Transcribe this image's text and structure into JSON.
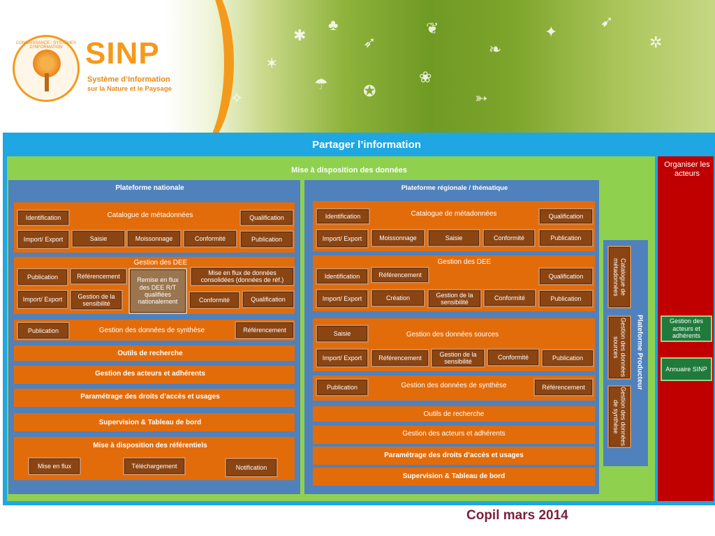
{
  "banner": {
    "logo_text": "SINP",
    "logo_sub1": "Système d’Information",
    "logo_sub2": "sur la Nature et le Paysage",
    "seal_text": "CONNAISSANCE · SYSTÈMES D’INFORMATION"
  },
  "main_title": "Partager l’information",
  "mise_title": "Mise à disposition des données",
  "organiser": "Organiser les acteurs",
  "nationale": {
    "title": "Plateforme nationale",
    "catalogue": {
      "title": "Catalogue de métadonnées",
      "identification": "Identification",
      "qualification": "Qualification",
      "import_export": "Import/ Export",
      "saisie": "Saisie",
      "moissonnage": "Moissonnage",
      "conformite": "Conformité",
      "publication": "Publication"
    },
    "dee": {
      "title": "Gestion des DEE",
      "publication": "Publication",
      "referencement": "Référencement",
      "remise": "Remise en flux des DEE R/T qualifiées nationalement",
      "mise_flux": "Mise en flux de données consolidées (données de réf.)",
      "import_export": "Import/ Export",
      "sensibilite": "Gestion de la sensibilité",
      "conformite": "Conformité",
      "qualification": "Qualification"
    },
    "synthese": {
      "title": "Gestion des données de synthèse",
      "publication": "Publication",
      "referencement": "Référencement"
    },
    "outils": "Outils de recherche",
    "acteurs": "Gestion des acteurs et adhérents",
    "droits": "Paramétrage des droits d’accès et usages",
    "supervision": "Supervision & Tableau de bord",
    "referentiels": {
      "title": "Mise à disposition des référentiels",
      "mise_flux": "Mise en flux",
      "telechargement": "Téléchargement",
      "notification": "Notification"
    }
  },
  "regionale": {
    "title": "Plateforme régionale / thématique",
    "catalogue": {
      "title": "Catalogue de métadonnées",
      "identification": "Identification",
      "qualification": "Qualification",
      "import_export": "Import/ Export",
      "moissonnage": "Moissonnage",
      "saisie": "Saisie",
      "conformite": "Conformité",
      "publication": "Publication"
    },
    "dee": {
      "title": "Gestion des DEE",
      "identification": "Identification",
      "referencement": "Référencement",
      "qualification": "Qualification",
      "import_export": "Import/ Export",
      "creation": "Création",
      "sensibilite": "Gestion de la sensibilité",
      "conformite": "Conformité",
      "publication": "Publication"
    },
    "sources": {
      "title": "Gestion des données sources",
      "saisie": "Saisie",
      "import_export": "Import/ Export",
      "referencement": "Référencement",
      "sensibilite": "Gestion de la sensibilité",
      "conformite": "Conformité",
      "publication": "Publication"
    },
    "synthese": {
      "title": "Gestion des données de synthèse",
      "publication": "Publication",
      "referencement": "Référencement"
    },
    "outils": "Outils de recherche",
    "acteurs": "Gestion des acteurs et adhérents",
    "droits": "Paramétrage des droits d’accès et usages",
    "supervision": "Supervision & Tableau de bord"
  },
  "producteur": {
    "title": "Plateforme Producteur",
    "catalogue": "Catalogue de métadonnées",
    "sources": "Gestion des données sources",
    "synthese": "Gestion des données de synthèse"
  },
  "acteurs_panel": {
    "gestion": "Gestion des acteurs et adhérents",
    "annuaire": "Annuaire SINP"
  },
  "footer": "Copil mars 2014"
}
